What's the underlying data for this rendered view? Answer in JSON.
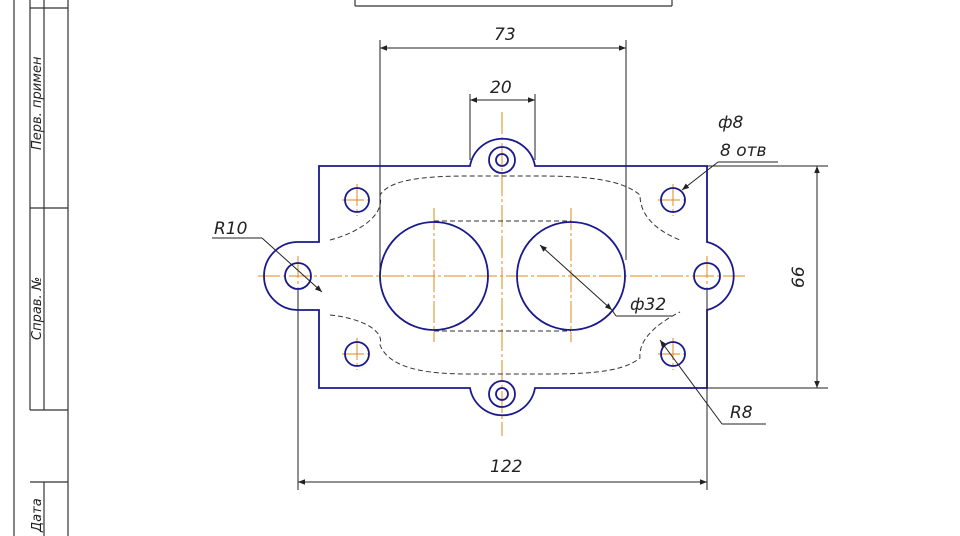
{
  "title_block": {
    "perv_primen": "Перв. примен",
    "sprav_no": "Справ. №",
    "data": "Дата"
  },
  "dimensions": {
    "overall_width": "122",
    "hole_spacing": "73",
    "boss_width": "20",
    "height": "66",
    "small_hole_dia": "ф8",
    "small_hole_count": "8 отв",
    "large_hole_dia": "ф32",
    "lug_radius": "R10",
    "corner_radius": "R8"
  },
  "colors": {
    "outline": "#1a1a8c",
    "centerline": "#e08a1c",
    "dimension": "#222222",
    "hidden": "#333333"
  }
}
